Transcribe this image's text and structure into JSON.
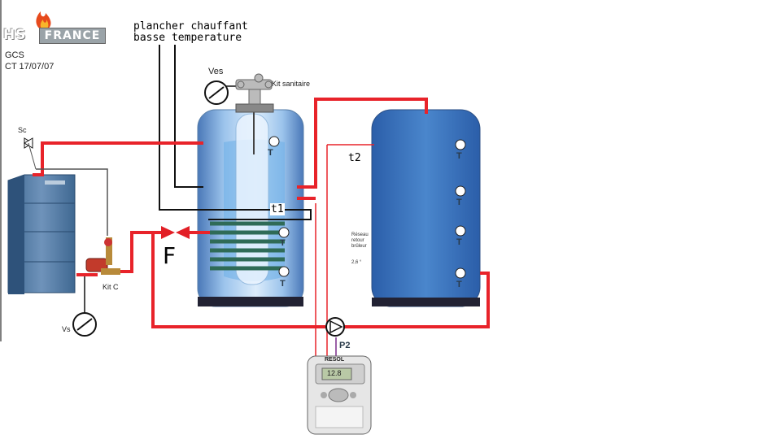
{
  "logo": {
    "left": "HS",
    "right": "FRANCE"
  },
  "doc": {
    "code": "GCS",
    "date": "CT 17/07/07"
  },
  "floor_heating_label": [
    "plancher chauffant",
    "basse temperature"
  ],
  "labels": {
    "ves_top": "Ves",
    "kit_sanitaire": "Kit sanitaire",
    "sc": "Sc",
    "kit_c": "Kit C",
    "vs": "Vs",
    "valve_f": "F",
    "sensor_t1": "t1",
    "sensor_t2": "t2",
    "pump_p2": "P2",
    "controller_brand": "RESOL",
    "thermo_t": "T",
    "display_value": "12.8"
  },
  "small_note": [
    "Réseau",
    "retour",
    "brûleur",
    "2,6 °"
  ],
  "colors": {
    "pipe_hot": "#e8232a",
    "pipe_black": "#111111",
    "tank_blue": "#3a6fb8",
    "wire": "#7a2a8a"
  }
}
